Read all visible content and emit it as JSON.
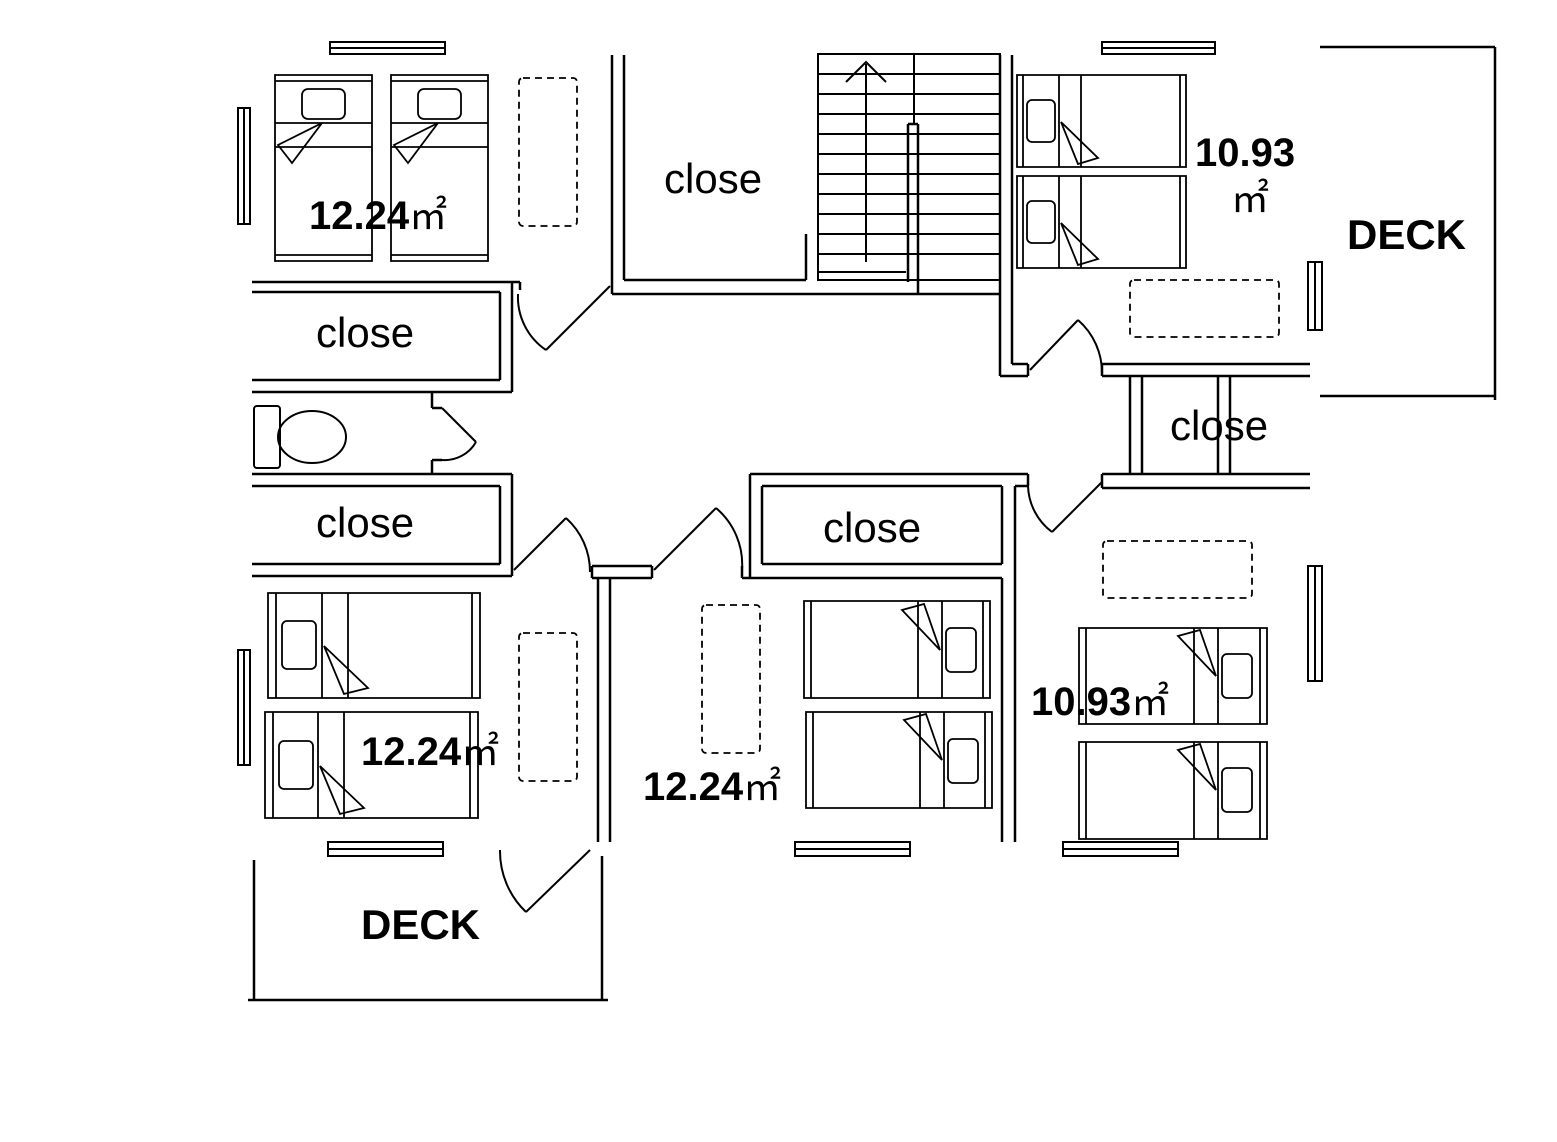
{
  "colors": {
    "line": "#000000",
    "background": "#ffffff"
  },
  "labels": {
    "close_top": "close",
    "close_left_upper": "close",
    "close_left_lower": "close",
    "close_center": "close",
    "close_right": "close",
    "deck_right": "DECK",
    "deck_bottom": "DECK"
  },
  "rooms": {
    "top_left": {
      "area": "12.24",
      "unit": "㎡"
    },
    "top_right": {
      "area": "10.93",
      "unit": "㎡"
    },
    "bottom_left": {
      "area": "12.24",
      "unit": "㎡"
    },
    "bottom_center": {
      "area": "12.24",
      "unit": "㎡"
    },
    "bottom_right": {
      "area": "10.93",
      "unit": "㎡"
    }
  }
}
